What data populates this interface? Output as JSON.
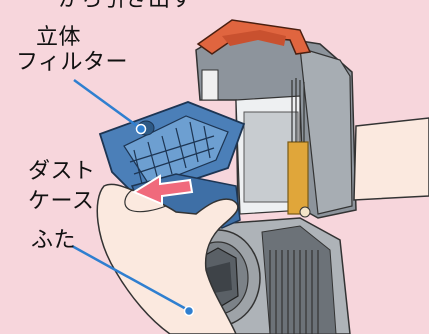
{
  "caption_top": "から引き出す",
  "labels": {
    "filter_line1": "立体",
    "filter_line2": "フィルター",
    "dust_line1": "ダスト",
    "dust_line2": "ケース",
    "lid": "ふた"
  },
  "colors": {
    "background": "#f7d6dc",
    "handle": "#e0653f",
    "filter": "#4b7fb8",
    "body_gray": "#8d949c",
    "skin": "#fbe9df",
    "brush": "#e0a63a",
    "arrow": "#f06a7c",
    "leader_line": "#2f7fd0"
  }
}
